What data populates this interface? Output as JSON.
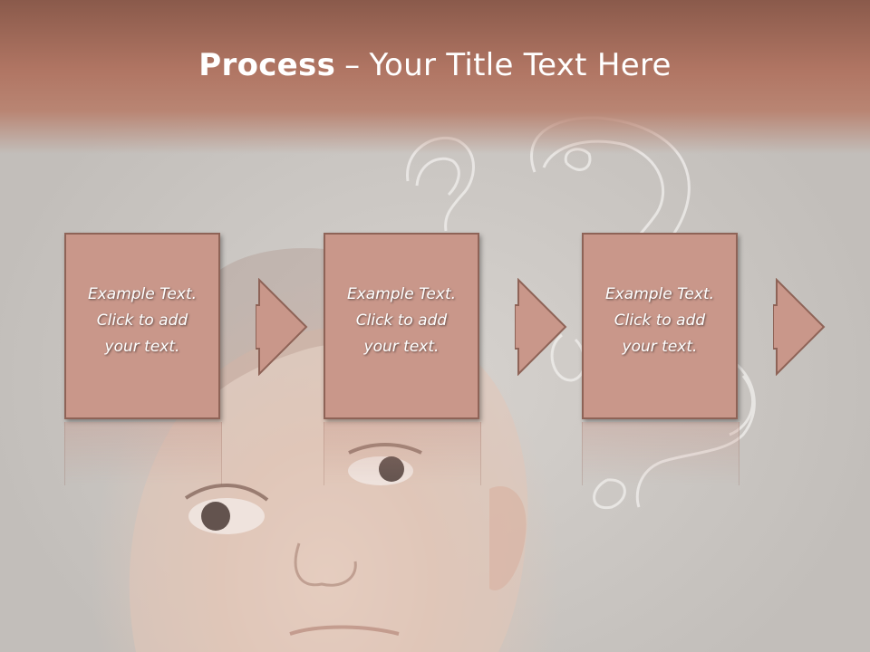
{
  "slide": {
    "title_bold": "Process",
    "title_sep": "–",
    "title_rest": "Your Title Text Here"
  },
  "process_steps": [
    {
      "text": "Example Text.\nClick  to add\nyour text."
    },
    {
      "text": "Example Text.\nClick  to add\nyour text."
    },
    {
      "text": "Example Text.\nClick  to add\nyour text."
    }
  ],
  "colors": {
    "title_band": "#b07563",
    "box_fill": "#c9978a",
    "box_border": "#8e6357",
    "text": "#ffffff"
  }
}
